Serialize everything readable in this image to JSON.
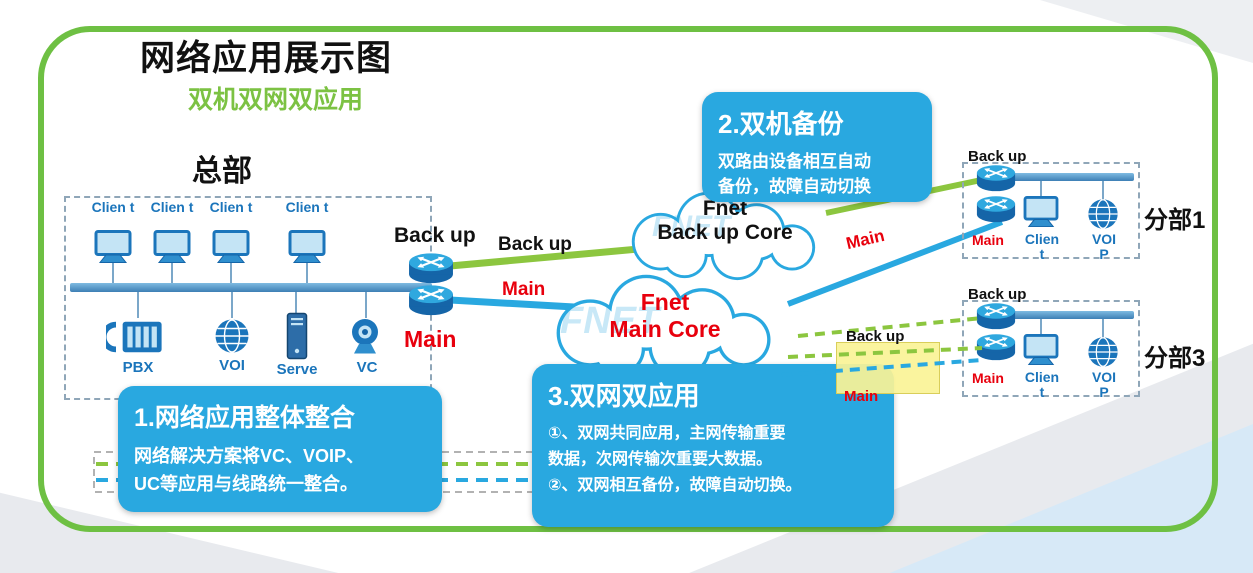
{
  "colors": {
    "green": "#6EC043",
    "blue": "#29A8E0",
    "red": "#E8000D",
    "label_blue": "#1B75BB"
  },
  "header": {
    "title": "网络应用展示图",
    "subtitle": "双机双网双应用"
  },
  "hq": {
    "label": "总部",
    "client_label": "Clien t",
    "devices": {
      "pbx": "PBX",
      "voip": "VOI",
      "server": "Serve",
      "vc": "VC"
    },
    "backup_router_label": "Back up",
    "main_router_label": "Main"
  },
  "links": {
    "hq_backup_label": "Back up",
    "hq_main_label": "Main",
    "branch1_main_label": "Main",
    "branch3_backup_label": "Back up",
    "branch3_main_label": "Main"
  },
  "clouds": {
    "watermark": "FNET",
    "backup": {
      "line1": "Fnet",
      "line2": "Back up Core"
    },
    "main": {
      "line1": "Fnet",
      "line2": "Main Core"
    }
  },
  "callouts": {
    "integration": {
      "title": "1.网络应用整体整合",
      "line1": "网络解决方案将VC、VOIP、",
      "line2": "UC等应用与线路统一整合。"
    },
    "backup": {
      "title": "2.双机备份",
      "line1": "双路由设备相互自动",
      "line2": "备份，故障自动切换"
    },
    "dualnet": {
      "title": "3.双网双应用",
      "line1": "①、双网共同应用，主网传输重要",
      "line2": "数据，次网传输次重要大数据。",
      "line3": "②、双网相互备份，故障自动切换。"
    }
  },
  "branch1": {
    "name": "分部1",
    "backup_label": "Back up",
    "main_label": "Main",
    "client_label": "Clien t",
    "voip_label": "VOI P"
  },
  "branch3": {
    "name": "分部3",
    "backup_label": "Back up",
    "main_label": "Main",
    "client_label": "Clien t",
    "voip_label": "VOI P"
  }
}
